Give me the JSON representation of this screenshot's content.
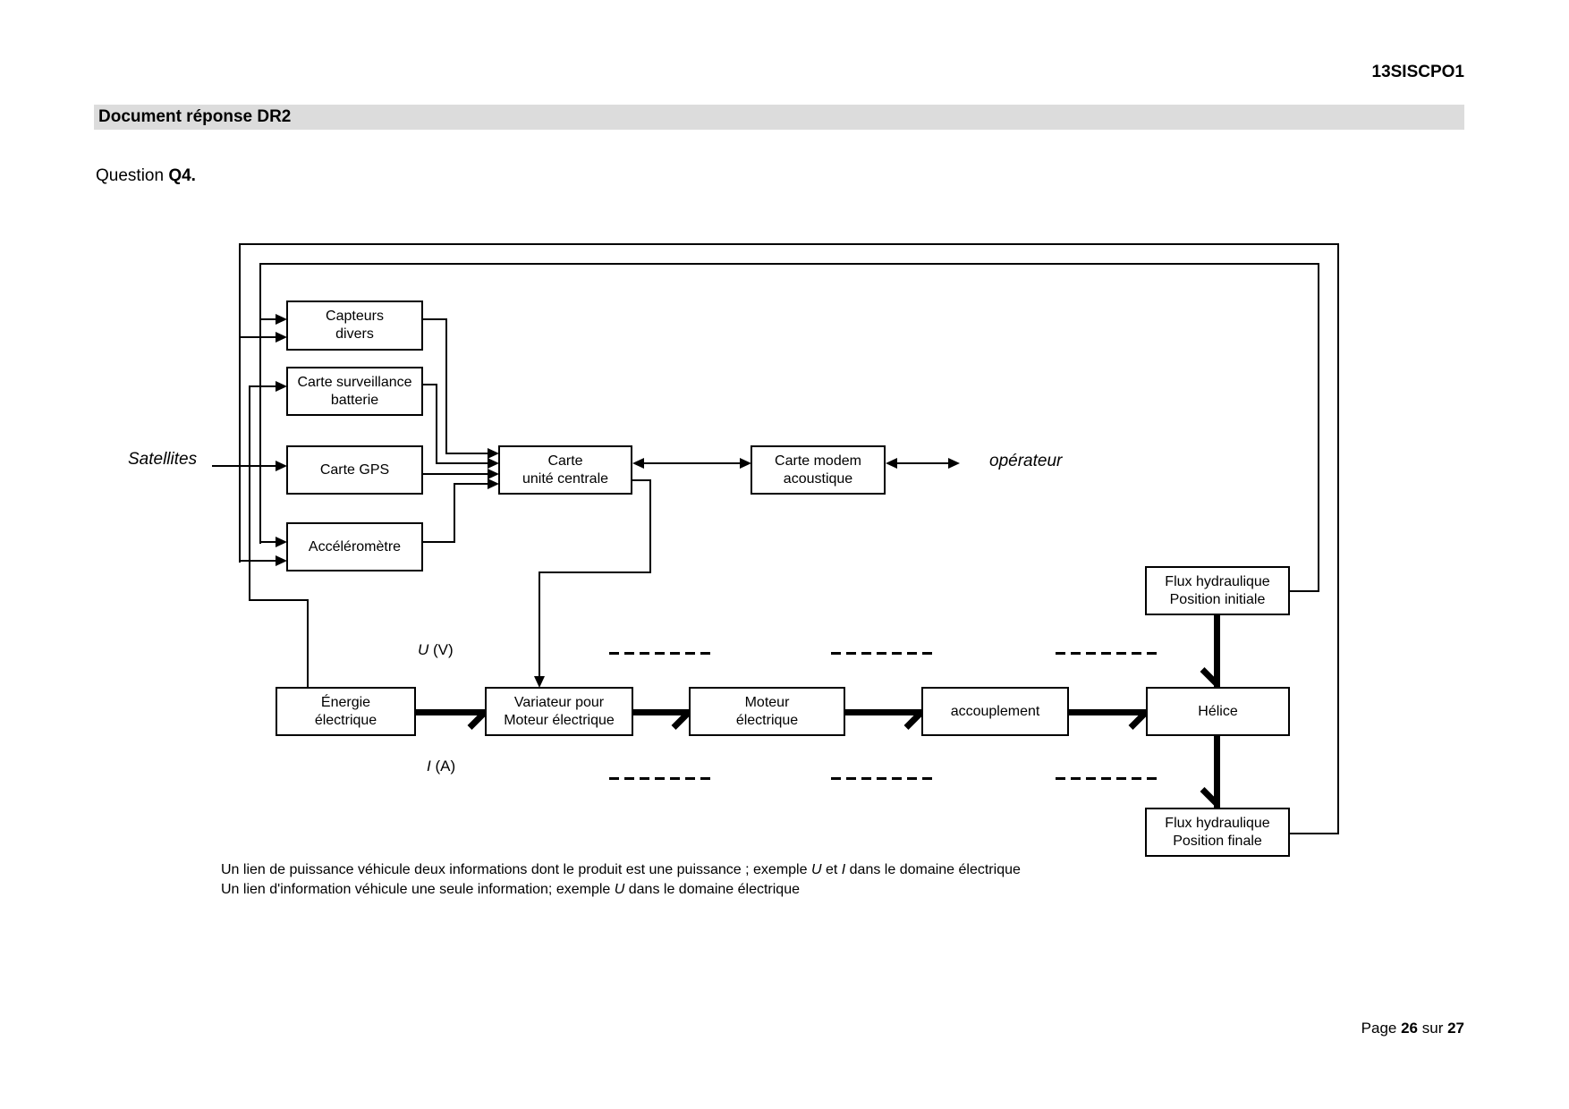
{
  "page": {
    "code": "13SISCPO1",
    "banner": "Document réponse DR2",
    "question": {
      "prefix": "Question ",
      "number": "Q4."
    },
    "notes": {
      "line1": [
        "Un lien de puissance véhicule deux informations dont le produit est une puissance ; exemple ",
        "U",
        " et ",
        "I",
        " dans le domaine électrique"
      ],
      "line2": [
        "Un lien d'information véhicule une seule information; exemple ",
        "U",
        " dans le domaine électrique"
      ]
    },
    "footer": [
      "Page ",
      "26",
      " sur ",
      "27"
    ]
  },
  "diagram": {
    "labels": {
      "satellites": "Satellites",
      "operateur": "opérateur",
      "u_var": "U",
      "u_unit": " (V)",
      "i_var": "I",
      "i_unit": " (A)"
    },
    "boxes": {
      "capteurs": {
        "line1": "Capteurs",
        "line2": "divers"
      },
      "surveillance": {
        "line1": "Carte surveillance",
        "line2": "batterie"
      },
      "gps": {
        "line1": "Carte GPS"
      },
      "accelerometre": {
        "line1": "Accéléromètre"
      },
      "uc": {
        "line1": "Carte",
        "line2": "unité centrale"
      },
      "modem": {
        "line1": "Carte modem",
        "line2": "acoustique"
      },
      "energie": {
        "line1": "Énergie",
        "line2": "électrique"
      },
      "variateur": {
        "line1": "Variateur pour",
        "line2": "Moteur électrique"
      },
      "moteur": {
        "line1": "Moteur",
        "line2": "électrique"
      },
      "accouplement": {
        "line1": "accouplement"
      },
      "helice": {
        "line1": "Hélice"
      },
      "flux_initiale": {
        "line1": "Flux hydraulique",
        "line2": "Position initiale"
      },
      "flux_finale": {
        "line1": "Flux hydraulique",
        "line2": "Position finale"
      }
    },
    "colors": {
      "banner_bg": "#dcdcdc",
      "ink": "#000000"
    }
  }
}
